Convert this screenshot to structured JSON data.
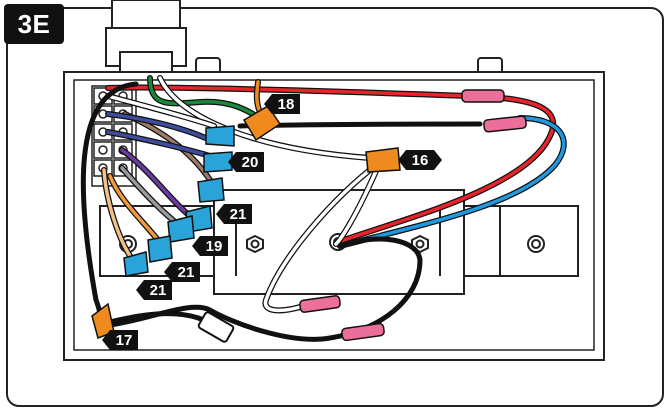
{
  "step_label": "3E",
  "callouts": [
    {
      "id": "c18",
      "label": "18"
    },
    {
      "id": "c16",
      "label": "16"
    },
    {
      "id": "c20",
      "label": "20"
    },
    {
      "id": "c21a",
      "label": "21"
    },
    {
      "id": "c19",
      "label": "19"
    },
    {
      "id": "c21b",
      "label": "21"
    },
    {
      "id": "c21c",
      "label": "21"
    },
    {
      "id": "c17",
      "label": "17"
    }
  ],
  "colors": {
    "outline": "#222222",
    "red_wire": "#e8232a",
    "blue_wire": "#1e9be0",
    "black_wire": "#111111",
    "white_wire": "#ffffff",
    "green_wire": "#1a8a3a",
    "brown_wire": "#9b7b68",
    "navy_wire": "#3d4c9b",
    "purple_wire": "#6a3aa0",
    "gray_wire": "#9a9a9a",
    "orange_wire": "#f29a3a",
    "tan_wire": "#f3c08a",
    "wire_nut_orange": "#ef8a1e",
    "wire_nut_blue": "#2aa3d8",
    "splice_pink": "#ec6f9b"
  }
}
